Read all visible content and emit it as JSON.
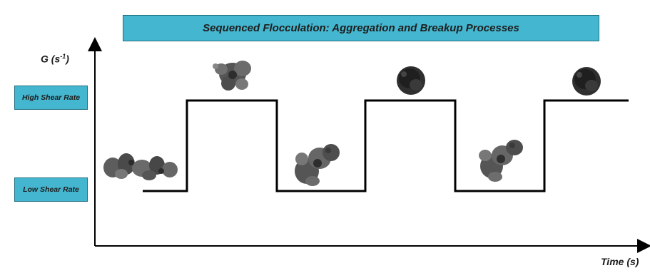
{
  "diagram": {
    "title": "Sequenced Flocculation: Aggregation and Breakup Processes",
    "y_axis_label": {
      "main": "G (s",
      "sup": "-1",
      "close": ")"
    },
    "x_axis_label": "Time (s)",
    "levels": {
      "high": "High Shear Rate",
      "low": "Low Shear Rate"
    },
    "shear_sequence": [
      "low",
      "high",
      "low",
      "high",
      "low",
      "high"
    ],
    "flocs": [
      {
        "kind": "loose-aggregate",
        "phase": "low"
      },
      {
        "kind": "fragmented-floc",
        "phase": "high"
      },
      {
        "kind": "regrowing-floc",
        "phase": "low"
      },
      {
        "kind": "compact-floc",
        "phase": "high"
      },
      {
        "kind": "regrowing-floc",
        "phase": "low"
      },
      {
        "kind": "compact-floc",
        "phase": "high"
      }
    ],
    "colors": {
      "box_fill": "#45b6cf",
      "box_border": "#1f6f81",
      "line": "#000000",
      "floc_dark": "#2d2d2d",
      "floc_mid": "#6a6a6a"
    }
  }
}
